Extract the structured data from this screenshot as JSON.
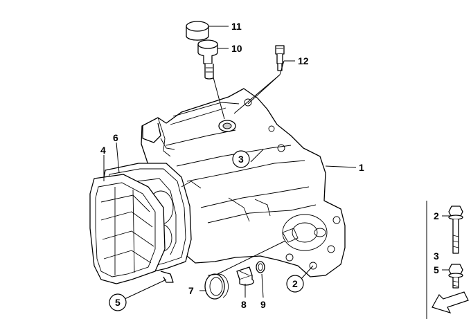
{
  "callouts": {
    "p1": "1",
    "p2a": "2",
    "p3": "3",
    "p4": "4",
    "p5": "5",
    "p6": "6",
    "p7": "7",
    "p8": "8",
    "p9": "9",
    "p10": "10",
    "p11": "11",
    "p12": "12"
  },
  "side_panel": {
    "top_2": "2",
    "mid_3": "3",
    "bot_5": "5"
  },
  "icons": {
    "nav": "arrow-icon"
  }
}
